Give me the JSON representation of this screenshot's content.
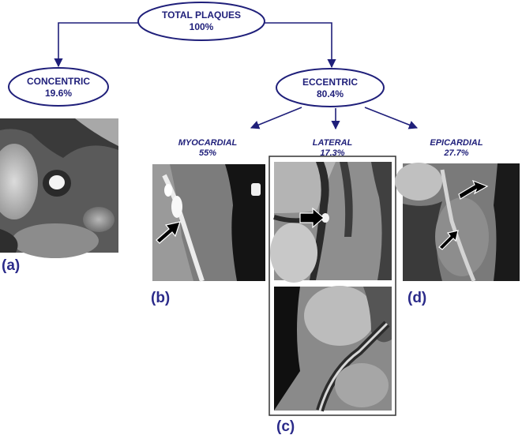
{
  "nodes": {
    "root": {
      "title": "TOTAL PLAQUES",
      "value": "100%"
    },
    "concentric": {
      "title": "CONCENTRIC",
      "value": "19.6%"
    },
    "eccentric": {
      "title": "ECCENTRIC",
      "value": "80.4%"
    }
  },
  "subcategories": {
    "myocardial": {
      "title": "MYOCARDIAL",
      "value": "55%"
    },
    "lateral": {
      "title": "LATERAL",
      "value": "17.3%"
    },
    "epicardial": {
      "title": "EPICARDIAL",
      "value": "27.7%"
    }
  },
  "panel_labels": {
    "a": "(a)",
    "b": "(b)",
    "c": "(c)",
    "d": "(d)"
  },
  "colors": {
    "diagram_blue": "#1f1f7a",
    "label_blue": "#2b2b8a",
    "image_gray": "#6e6e6e"
  }
}
